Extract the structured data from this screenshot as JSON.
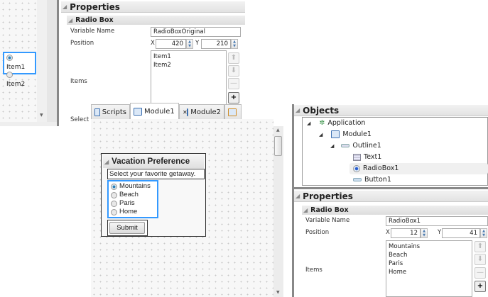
{
  "top_left_canvas": {
    "radio_items": [
      "Item1",
      "Item2"
    ],
    "selected": 0
  },
  "top_properties": {
    "title": "Properties",
    "section": "Radio Box",
    "variable_name_label": "Variable Name",
    "variable_name": "RadioBoxOriginal",
    "position_label": "Position",
    "x_label": "X",
    "x": "420",
    "y_label": "Y",
    "y": "210",
    "items_label": "Items",
    "items": [
      "Item1",
      "Item2"
    ],
    "select_label": "Select"
  },
  "tabs": [
    {
      "label": "Scripts"
    },
    {
      "label": "Module1",
      "active": true
    },
    {
      "label": "Module2"
    },
    {
      "label": ""
    }
  ],
  "form": {
    "title": "Vacation Preference",
    "prompt": "Select your favorite getaway.",
    "options": [
      "Mountains",
      "Beach",
      "Paris",
      "Home"
    ],
    "selected": 0,
    "submit": "Submit"
  },
  "objects": {
    "title": "Objects",
    "tree": [
      {
        "label": "Application",
        "icon": "application-icon"
      },
      {
        "label": "Module1",
        "icon": "module-icon"
      },
      {
        "label": "Outline1",
        "icon": "outline-icon"
      },
      {
        "label": "Text1",
        "icon": "text-icon"
      },
      {
        "label": "RadioBox1",
        "icon": "radio-icon",
        "selected": true
      },
      {
        "label": "Button1",
        "icon": "button-icon"
      }
    ]
  },
  "properties": {
    "title": "Properties",
    "section": "Radio Box",
    "variable_name_label": "Variable Name",
    "variable_name": "RadioBox1",
    "position_label": "Position",
    "x_label": "X",
    "x": "12",
    "y_label": "Y",
    "y": "41",
    "items_label": "Items",
    "items": [
      "Mountains",
      "Beach",
      "Paris",
      "Home"
    ]
  },
  "colors": {
    "selection": "#3399ff",
    "radio_on": "#2a7fb8"
  }
}
